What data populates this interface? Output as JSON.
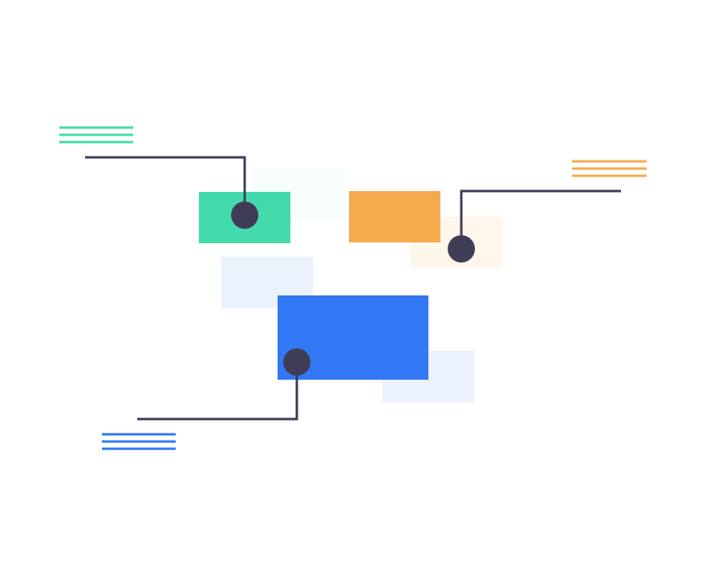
{
  "palette": {
    "background": "#ffffff",
    "green": "#43DBAB",
    "green_tint": "#F7FDFB",
    "orange": "#F5AA4E",
    "orange_tint": "#FFF6EC",
    "blue": "#3278F4",
    "blue_tint": "#EBF1FD",
    "connector": "#3F3D56",
    "node": "#3F3D56"
  },
  "diagram": {
    "nodes": [
      {
        "id": "green",
        "color_key": "green",
        "tint_key": "green_tint",
        "text_lines": 3
      },
      {
        "id": "orange",
        "color_key": "orange",
        "tint_key": "orange_tint",
        "text_lines": 3
      },
      {
        "id": "blue",
        "color_key": "blue",
        "tint_key": "blue_tint",
        "text_lines": 3
      }
    ]
  }
}
